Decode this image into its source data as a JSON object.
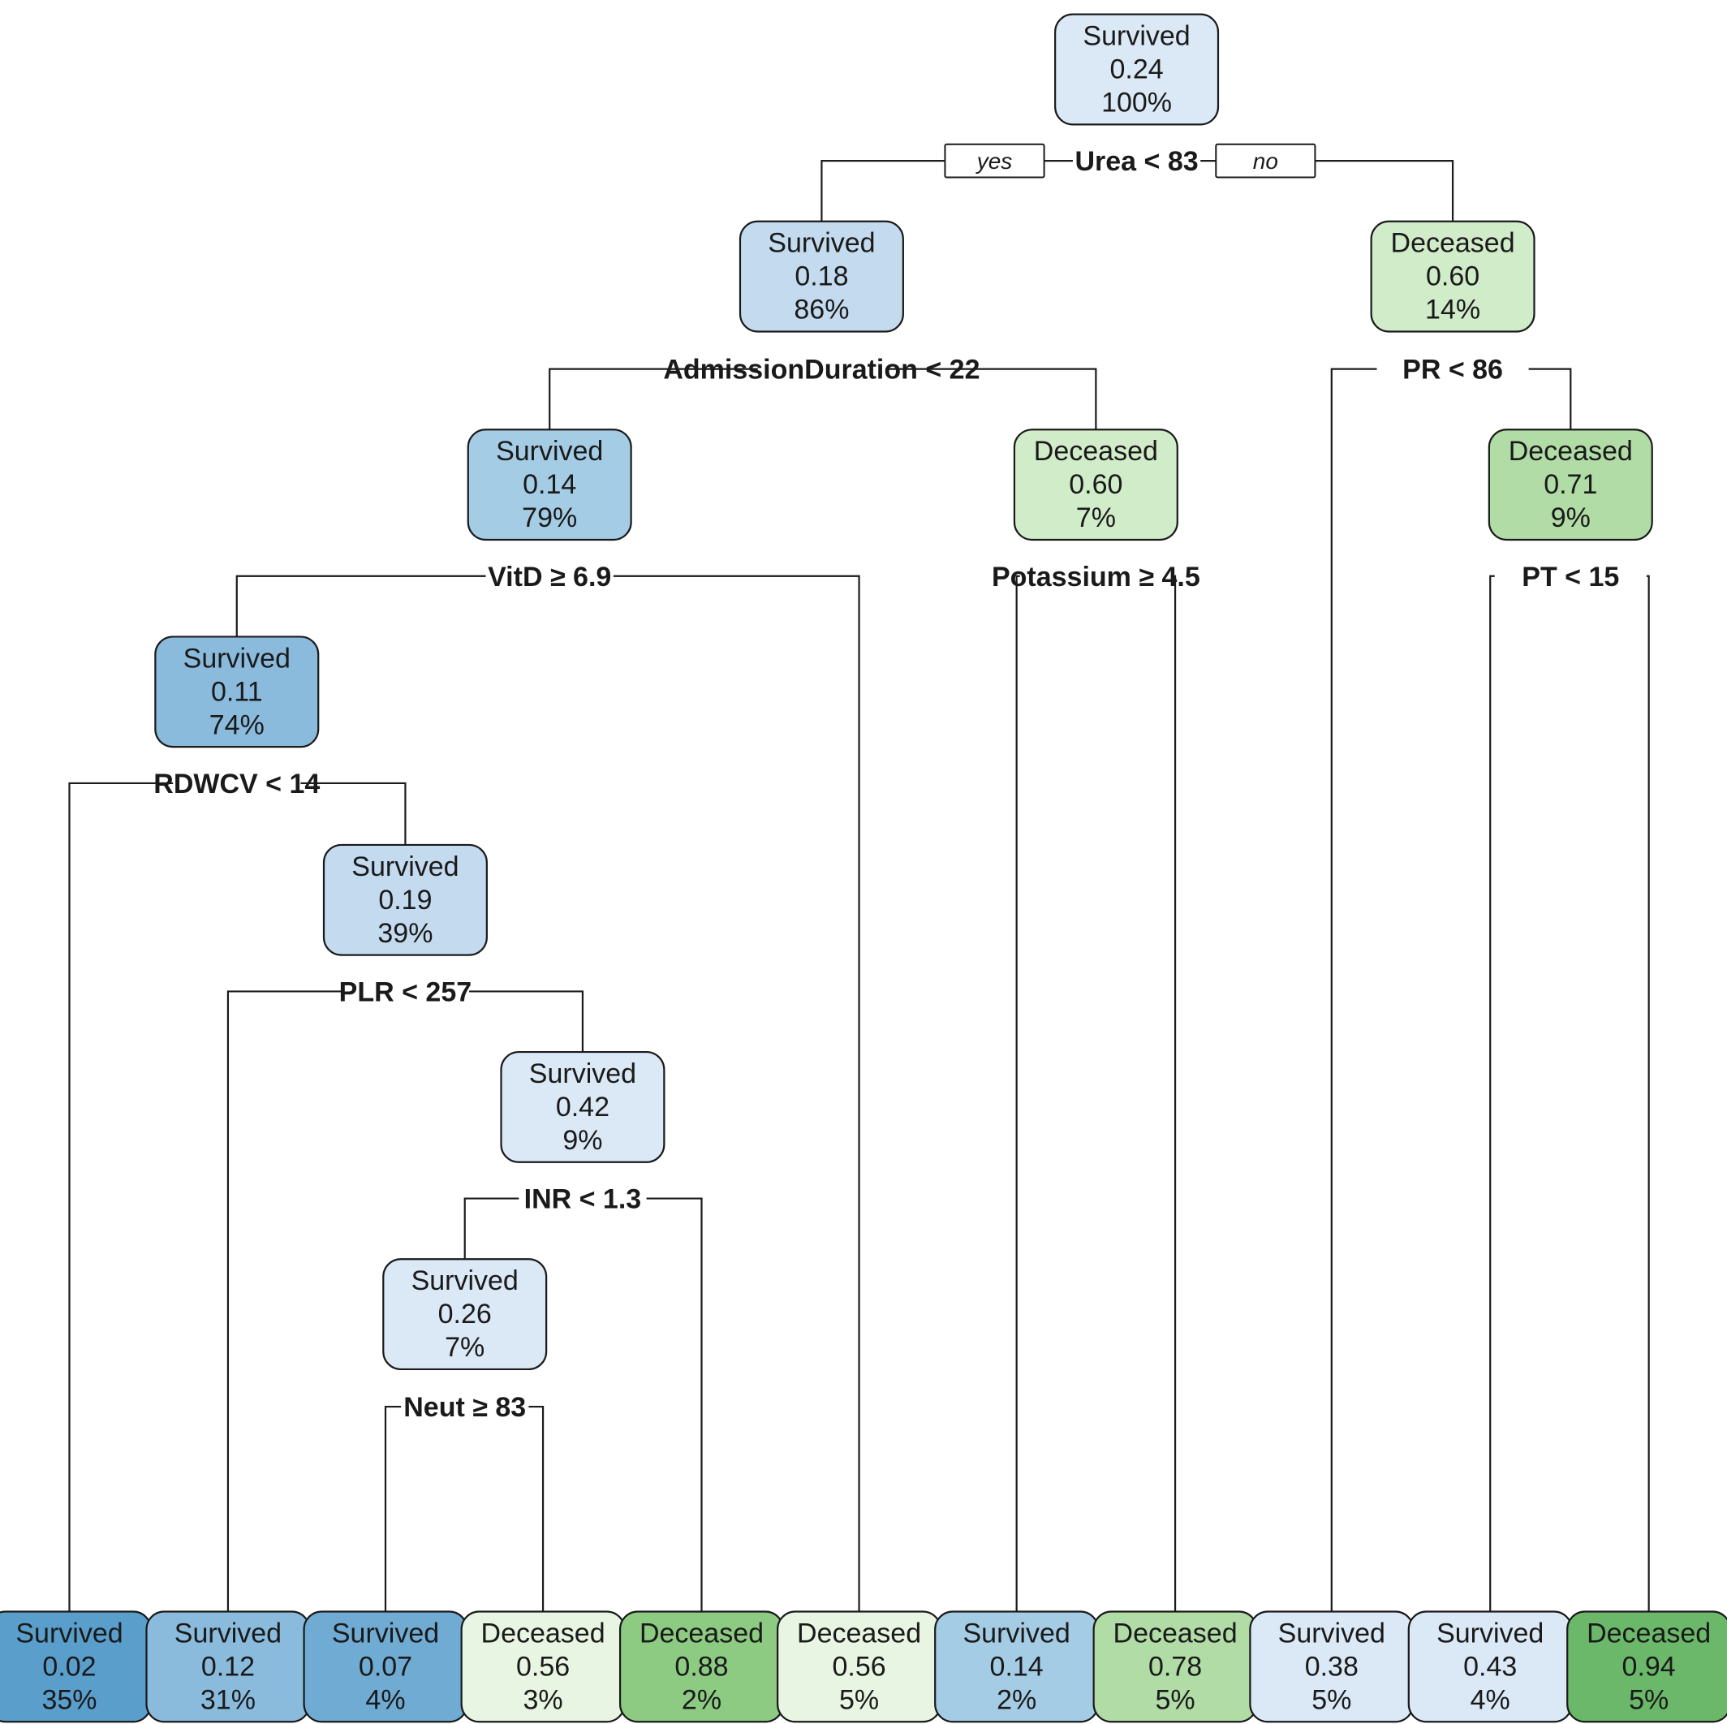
{
  "branch_labels": {
    "yes": "yes",
    "no": "no"
  },
  "colors": {
    "survived": [
      "#dbe8f6",
      "#c4dbef",
      "#a5cce5",
      "#8abbdd",
      "#6fabd3",
      "#5a9ecc"
    ],
    "deceased": [
      "#e8f5e2",
      "#d1ecc9",
      "#b1dca6",
      "#8ccb81",
      "#6bb86a"
    ],
    "edge": "#1a1a1a"
  },
  "nodes": [
    {
      "id": "n1",
      "class": "Survived",
      "prob": "0.24",
      "pct": "100%"
    },
    {
      "id": "n2",
      "class": "Survived",
      "prob": "0.18",
      "pct": "86%"
    },
    {
      "id": "n3",
      "class": "Deceased",
      "prob": "0.60",
      "pct": "14%"
    },
    {
      "id": "n4",
      "class": "Survived",
      "prob": "0.14",
      "pct": "79%"
    },
    {
      "id": "n5",
      "class": "Deceased",
      "prob": "0.60",
      "pct": "7%"
    },
    {
      "id": "n7",
      "class": "Deceased",
      "prob": "0.71",
      "pct": "9%"
    },
    {
      "id": "n8",
      "class": "Survived",
      "prob": "0.11",
      "pct": "74%"
    },
    {
      "id": "n17",
      "class": "Survived",
      "prob": "0.19",
      "pct": "39%"
    },
    {
      "id": "n35",
      "class": "Survived",
      "prob": "0.42",
      "pct": "9%"
    },
    {
      "id": "n70",
      "class": "Survived",
      "prob": "0.26",
      "pct": "7%"
    },
    {
      "id": "l1",
      "class": "Survived",
      "prob": "0.02",
      "pct": "35%"
    },
    {
      "id": "l2",
      "class": "Survived",
      "prob": "0.12",
      "pct": "31%"
    },
    {
      "id": "l3",
      "class": "Survived",
      "prob": "0.07",
      "pct": "4%"
    },
    {
      "id": "l4",
      "class": "Deceased",
      "prob": "0.56",
      "pct": "3%"
    },
    {
      "id": "l5",
      "class": "Deceased",
      "prob": "0.88",
      "pct": "2%"
    },
    {
      "id": "l6",
      "class": "Deceased",
      "prob": "0.56",
      "pct": "5%"
    },
    {
      "id": "l7",
      "class": "Survived",
      "prob": "0.14",
      "pct": "2%"
    },
    {
      "id": "l8",
      "class": "Deceased",
      "prob": "0.78",
      "pct": "5%"
    },
    {
      "id": "l9",
      "class": "Survived",
      "prob": "0.38",
      "pct": "5%"
    },
    {
      "id": "l10",
      "class": "Survived",
      "prob": "0.43",
      "pct": "4%"
    },
    {
      "id": "l11",
      "class": "Deceased",
      "prob": "0.94",
      "pct": "5%"
    }
  ],
  "splits": [
    {
      "node": "n1",
      "label": "Urea < 83",
      "left": "n2",
      "right": "n3"
    },
    {
      "node": "n2",
      "label": "AdmissionDuration < 22",
      "left": "n4",
      "right": "n5"
    },
    {
      "node": "n3",
      "label": "PR < 86",
      "left": "l9",
      "right": "n7"
    },
    {
      "node": "n4",
      "label": "VitD  ≥  6.9",
      "left": "n8",
      "right": "l6"
    },
    {
      "node": "n5",
      "label": "Potassium  ≥  4.5",
      "left": "l7",
      "right": "l8"
    },
    {
      "node": "n7",
      "label": "PT < 15",
      "left": "l10",
      "right": "l11"
    },
    {
      "node": "n8",
      "label": "RDWCV < 14",
      "left": "l1",
      "right": "n17"
    },
    {
      "node": "n17",
      "label": "PLR < 257",
      "left": "l2",
      "right": "n35"
    },
    {
      "node": "n35",
      "label": "INR < 1.3",
      "left": "n70",
      "right": "l5"
    },
    {
      "node": "n70",
      "label": "Neut  ≥  83",
      "left": "l3",
      "right": "l4"
    }
  ]
}
